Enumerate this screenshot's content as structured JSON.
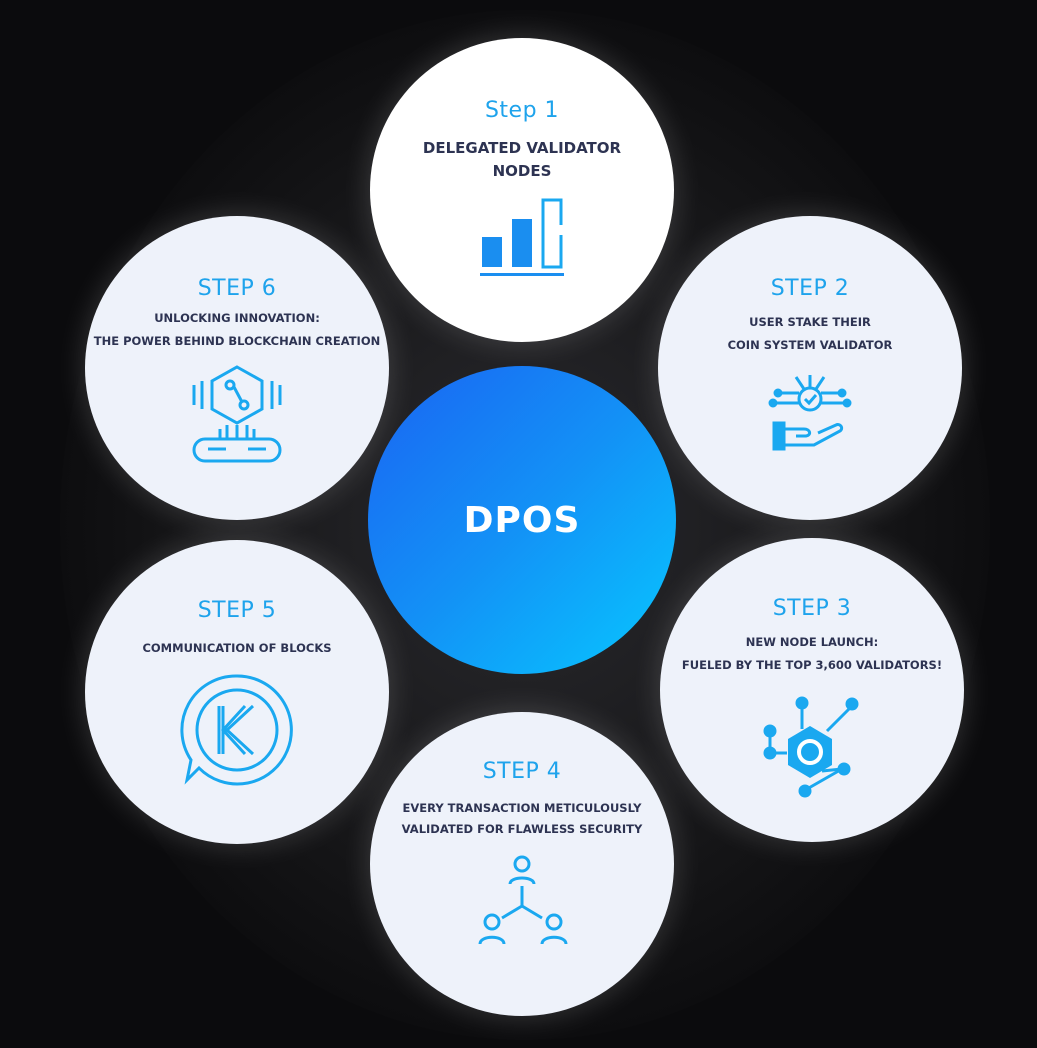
{
  "center": {
    "label": "DPOS"
  },
  "steps": [
    {
      "title": "Step 1",
      "lines": [
        "DELEGATED VALIDATOR",
        "NODES"
      ],
      "icon": "bar-chart-icon"
    },
    {
      "title": "STEP 2",
      "lines": [
        "USER STAKE THEIR",
        "COIN SYSTEM VALIDATOR"
      ],
      "icon": "hand-network-icon"
    },
    {
      "title": "STEP 3",
      "lines": [
        "NEW NODE LAUNCH:",
        "FUELED BY THE TOP 3,600 VALIDATORS!"
      ],
      "icon": "hexagon-node-icon"
    },
    {
      "title": "STEP 4",
      "lines": [
        "EVERY TRANSACTION METICULOUSLY",
        "VALIDATED FOR FLAWLESS SECURITY"
      ],
      "icon": "user-network-icon"
    },
    {
      "title": "STEP 5",
      "lines": [
        "COMMUNICATION OF BLOCKS"
      ],
      "icon": "k-chat-icon"
    },
    {
      "title": "STEP 6",
      "lines": [
        "UNLOCKING INNOVATION:",
        "THE POWER BEHIND BLOCKCHAIN CREATION"
      ],
      "icon": "blockchain-chip-icon"
    }
  ],
  "colors": {
    "accent": "#1ea3ec",
    "text": "#2d3352",
    "gradient_start": "#1a64f2",
    "gradient_end": "#07c8ff"
  }
}
